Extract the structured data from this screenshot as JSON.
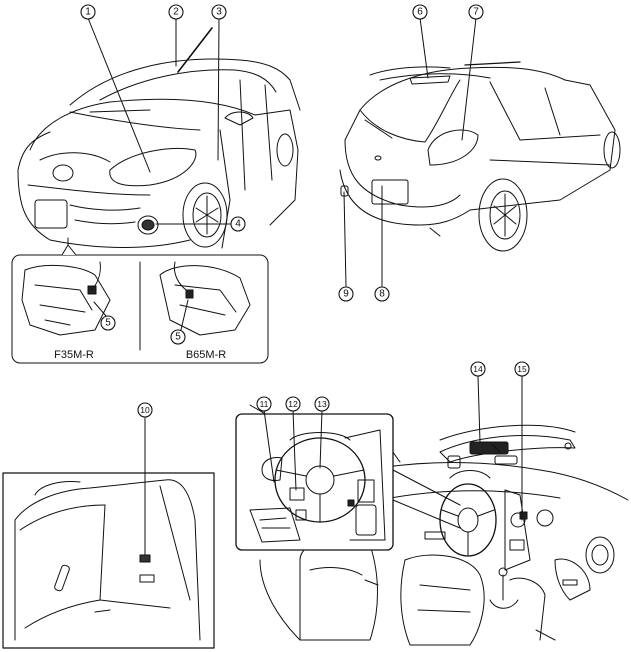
{
  "callouts": [
    "1",
    "2",
    "3",
    "4",
    "5",
    "5",
    "6",
    "7",
    "8",
    "9",
    "10",
    "11",
    "12",
    "13",
    "14",
    "15"
  ],
  "inset_captions": {
    "left": "F35M-R",
    "right": "B65M-R"
  }
}
